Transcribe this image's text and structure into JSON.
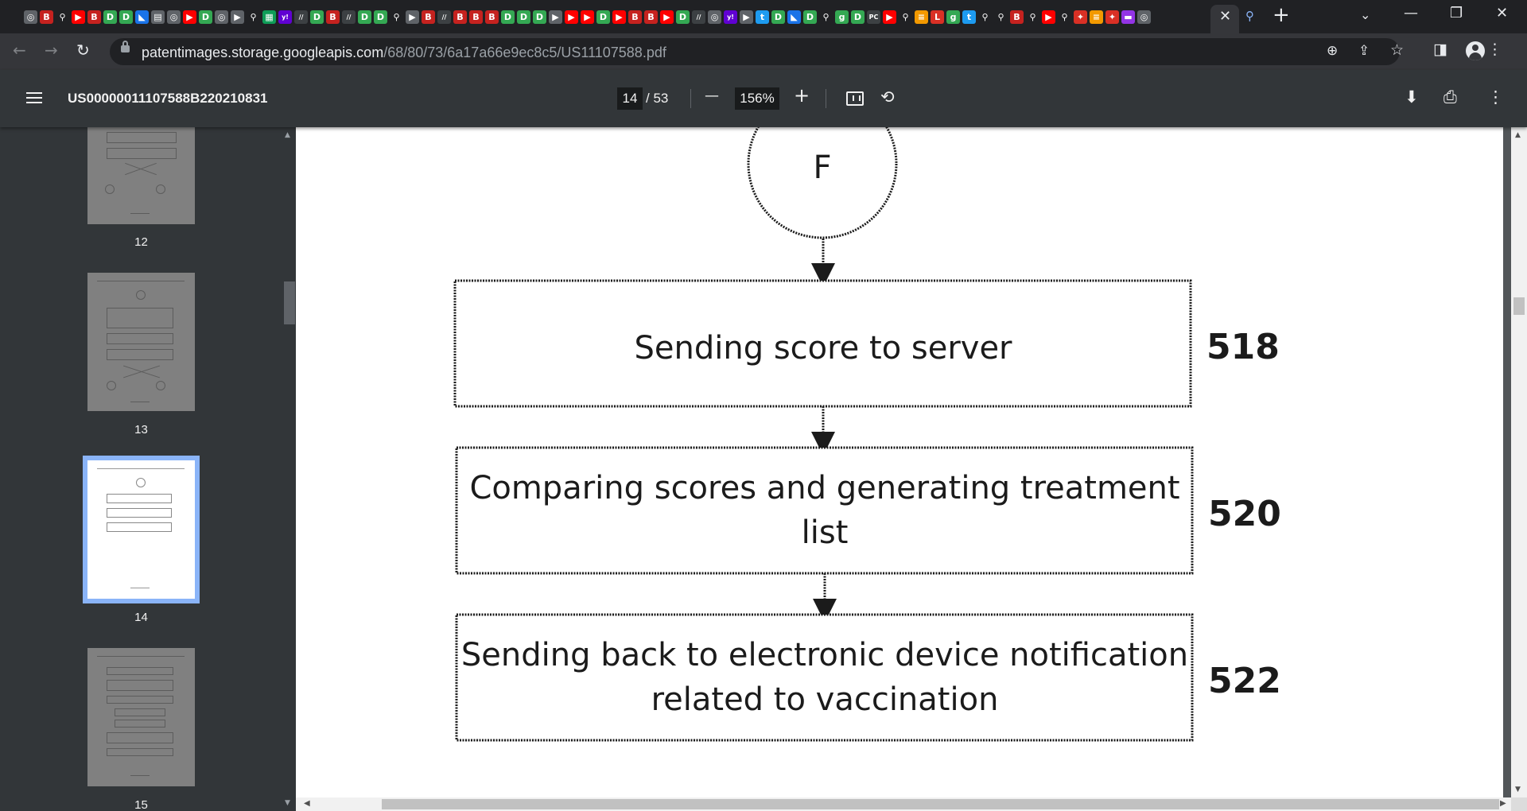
{
  "browser": {
    "tab_favicons": [
      {
        "icon": "globe-icon",
        "color": "#5f6368",
        "glyph": "◎"
      },
      {
        "icon": "b-icon",
        "color": "#c5221f",
        "glyph": "B"
      },
      {
        "icon": "search-icon",
        "color": "#202124",
        "glyph": "⚲"
      },
      {
        "icon": "youtube-icon",
        "color": "#ff0000",
        "glyph": "▶"
      },
      {
        "icon": "b-icon",
        "color": "#c5221f",
        "glyph": "B"
      },
      {
        "icon": "d-icon",
        "color": "#34a853",
        "glyph": "D"
      },
      {
        "icon": "d-icon",
        "color": "#34a853",
        "glyph": "D"
      },
      {
        "icon": "bookmark-icon",
        "color": "#1a73e8",
        "glyph": "◣"
      },
      {
        "icon": "doc-icon",
        "color": "#e8eaed",
        "glyph": "▤"
      },
      {
        "icon": "globe-icon",
        "color": "#5f6368",
        "glyph": "◎"
      },
      {
        "icon": "youtube-icon",
        "color": "#ff0000",
        "glyph": "▶"
      },
      {
        "icon": "d-icon",
        "color": "#34a853",
        "glyph": "D"
      },
      {
        "icon": "globe-icon",
        "color": "#5f6368",
        "glyph": "◎"
      },
      {
        "icon": "arrow-icon",
        "color": "#5f6368",
        "glyph": "▶"
      },
      {
        "icon": "search-icon",
        "color": "#202124",
        "glyph": "⚲"
      },
      {
        "icon": "sheet-icon",
        "color": "#0f9d58",
        "glyph": "▦"
      },
      {
        "icon": "yahoo-icon",
        "color": "#6001d2",
        "glyph": "y!"
      },
      {
        "icon": "text-icon",
        "color": "#3c4043",
        "glyph": "∕∕"
      },
      {
        "icon": "d-icon",
        "color": "#34a853",
        "glyph": "D"
      },
      {
        "icon": "b-icon",
        "color": "#c5221f",
        "glyph": "B"
      },
      {
        "icon": "text-icon",
        "color": "#3c4043",
        "glyph": "∕∕"
      },
      {
        "icon": "d-icon",
        "color": "#34a853",
        "glyph": "D"
      },
      {
        "icon": "d-icon",
        "color": "#34a853",
        "glyph": "D"
      },
      {
        "icon": "search-icon",
        "color": "#202124",
        "glyph": "⚲"
      },
      {
        "icon": "arrow-icon",
        "color": "#5f6368",
        "glyph": "▶"
      },
      {
        "icon": "b-icon",
        "color": "#c5221f",
        "glyph": "B"
      },
      {
        "icon": "text-icon",
        "color": "#3c4043",
        "glyph": "∕∕"
      },
      {
        "icon": "b-icon",
        "color": "#c5221f",
        "glyph": "B"
      },
      {
        "icon": "b-icon",
        "color": "#c5221f",
        "glyph": "B"
      },
      {
        "icon": "b-icon",
        "color": "#c5221f",
        "glyph": "B"
      },
      {
        "icon": "d-icon",
        "color": "#34a853",
        "glyph": "D"
      },
      {
        "icon": "d-icon",
        "color": "#34a853",
        "glyph": "D"
      },
      {
        "icon": "d-icon",
        "color": "#34a853",
        "glyph": "D"
      },
      {
        "icon": "arrow-icon",
        "color": "#5f6368",
        "glyph": "▶"
      },
      {
        "icon": "youtube-icon",
        "color": "#ff0000",
        "glyph": "▶"
      },
      {
        "icon": "youtube-icon",
        "color": "#ff0000",
        "glyph": "▶"
      },
      {
        "icon": "d-icon",
        "color": "#34a853",
        "glyph": "D"
      },
      {
        "icon": "youtube-icon",
        "color": "#ff0000",
        "glyph": "▶"
      },
      {
        "icon": "b-icon",
        "color": "#c5221f",
        "glyph": "B"
      },
      {
        "icon": "b-icon",
        "color": "#c5221f",
        "glyph": "B"
      },
      {
        "icon": "youtube-icon",
        "color": "#ff0000",
        "glyph": "▶"
      },
      {
        "icon": "d-icon",
        "color": "#34a853",
        "glyph": "D"
      },
      {
        "icon": "text-icon",
        "color": "#3c4043",
        "glyph": "∕∕"
      },
      {
        "icon": "globe-icon",
        "color": "#5f6368",
        "glyph": "◎"
      },
      {
        "icon": "yahoo-icon",
        "color": "#6001d2",
        "glyph": "y!"
      },
      {
        "icon": "arrow-icon",
        "color": "#5f6368",
        "glyph": "▶"
      },
      {
        "icon": "twitter-icon",
        "color": "#1d9bf0",
        "glyph": "t"
      },
      {
        "icon": "d-icon",
        "color": "#34a853",
        "glyph": "D"
      },
      {
        "icon": "bookmark-icon",
        "color": "#1a73e8",
        "glyph": "◣"
      },
      {
        "icon": "d-icon",
        "color": "#34a853",
        "glyph": "D"
      },
      {
        "icon": "search-icon",
        "color": "#202124",
        "glyph": "⚲"
      },
      {
        "icon": "g-icon",
        "color": "#34a853",
        "glyph": "g"
      },
      {
        "icon": "d-icon",
        "color": "#34a853",
        "glyph": "D"
      },
      {
        "icon": "pc-icon",
        "color": "#3c4043",
        "glyph": "PC"
      },
      {
        "icon": "youtube-icon",
        "color": "#ff0000",
        "glyph": "▶"
      },
      {
        "icon": "search-icon",
        "color": "#202124",
        "glyph": "⚲"
      },
      {
        "icon": "bookmark-icon",
        "color": "#f29900",
        "glyph": "≡"
      },
      {
        "icon": "l-icon",
        "color": "#d93025",
        "glyph": "L"
      },
      {
        "icon": "g-icon",
        "color": "#34a853",
        "glyph": "g"
      },
      {
        "icon": "twitter-icon",
        "color": "#1d9bf0",
        "glyph": "t"
      },
      {
        "icon": "search-icon",
        "color": "#202124",
        "glyph": "⚲"
      },
      {
        "icon": "search-icon",
        "color": "#202124",
        "glyph": "⚲"
      },
      {
        "icon": "b-icon",
        "color": "#c5221f",
        "glyph": "B"
      },
      {
        "icon": "search-icon",
        "color": "#202124",
        "glyph": "⚲"
      },
      {
        "icon": "youtube-icon",
        "color": "#ff0000",
        "glyph": "▶"
      },
      {
        "icon": "search-icon",
        "color": "#202124",
        "glyph": "⚲"
      },
      {
        "icon": "bookmark-icon",
        "color": "#d93025",
        "glyph": "✦"
      },
      {
        "icon": "bookmark-icon",
        "color": "#f29900",
        "glyph": "≡"
      },
      {
        "icon": "bookmark-icon",
        "color": "#d93025",
        "glyph": "✦"
      },
      {
        "icon": "bookmark-icon",
        "color": "#9334e6",
        "glyph": "▬"
      },
      {
        "icon": "globe-icon",
        "color": "#5f6368",
        "glyph": "◎"
      }
    ],
    "active_tab_close": "✕",
    "active_tab_icon": "⚲",
    "new_tab": "+",
    "tab_search": "⌄",
    "minimize": "—",
    "restore": "❐",
    "close": "✕",
    "url_host": "patentimages.storage.googleapis.com",
    "url_path": "/68/80/73/6a17a66e9ec8c5/US11107588.pdf",
    "back": "←",
    "forward": "→",
    "reload": "↻",
    "zoom_icon": "⊕",
    "share_icon": "⇪",
    "star_icon": "☆",
    "sidepanel_icon": "◨",
    "menu_icon": "⋮"
  },
  "pdf_toolbar": {
    "title": "US00000011107588B220210831",
    "current_page": "14",
    "total_pages": "/ 53",
    "zoom_out": "—",
    "zoom_level": "156%",
    "zoom_in": "+",
    "rotate_icon": "⟲",
    "download_icon": "⬇",
    "print_icon": "⎙",
    "more_icon": "⋮"
  },
  "thumbnails": [
    {
      "page": "12"
    },
    {
      "page": "13"
    },
    {
      "page": "14",
      "selected": true
    },
    {
      "page": "15"
    }
  ],
  "flowchart": {
    "connector": "F",
    "steps": [
      {
        "text_lines": [
          "Sending score to server"
        ],
        "ref": "518"
      },
      {
        "text_lines": [
          "Comparing scores and generating treatment",
          "list"
        ],
        "ref": "520"
      },
      {
        "text_lines": [
          "Sending back to electronic device notification",
          "related to vaccination"
        ],
        "ref": "522"
      }
    ]
  },
  "scroll_arrows": {
    "up": "▲",
    "down": "▼",
    "left": "◀",
    "right": "▶"
  }
}
